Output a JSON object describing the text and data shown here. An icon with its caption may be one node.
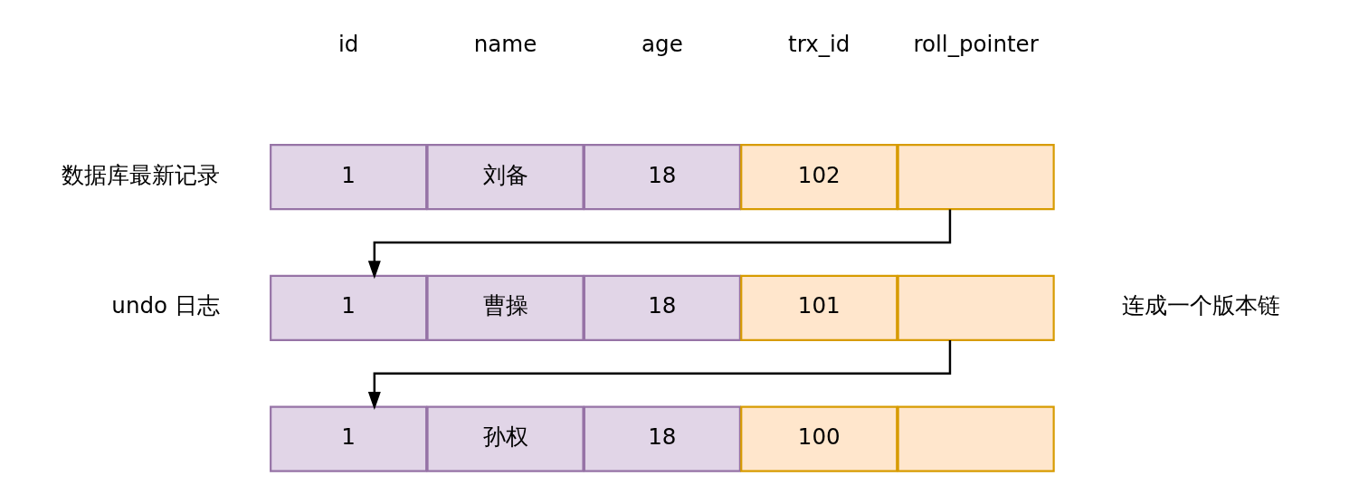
{
  "diagram": {
    "nodes": [
      {
        "text": [
          "1"
        ]
      },
      {
        "text": [
          "刘备"
        ]
      },
      {
        "text": [
          "18"
        ]
      },
      {
        "text": [
          "102"
        ]
      },
      {
        "text": [],
        "shape": "box"
      },
      {
        "text": [
          "1"
        ]
      },
      {
        "text": [
          "曹操"
        ]
      },
      {
        "text": [
          "18"
        ]
      },
      {
        "text": [
          "101"
        ]
      },
      {
        "text": [],
        "shape": "box"
      },
      {
        "text": [
          "1"
        ]
      },
      {
        "text": [
          "孙权"
        ]
      },
      {
        "text": [
          "18"
        ]
      },
      {
        "text": [
          "100"
        ]
      },
      {
        "text": [],
        "shape": "box"
      }
    ],
    "edges": [
      {
        "from": 4,
        "to": 5,
        "arrow": "to"
      },
      {
        "from": 9,
        "to": 10,
        "arrow": "to"
      }
    ],
    "labels": [
      "id",
      "name",
      "age",
      "trx_id",
      "roll_pointer",
      "数据库最新记录",
      "连成一个版本链",
      "undo 日志"
    ]
  }
}
